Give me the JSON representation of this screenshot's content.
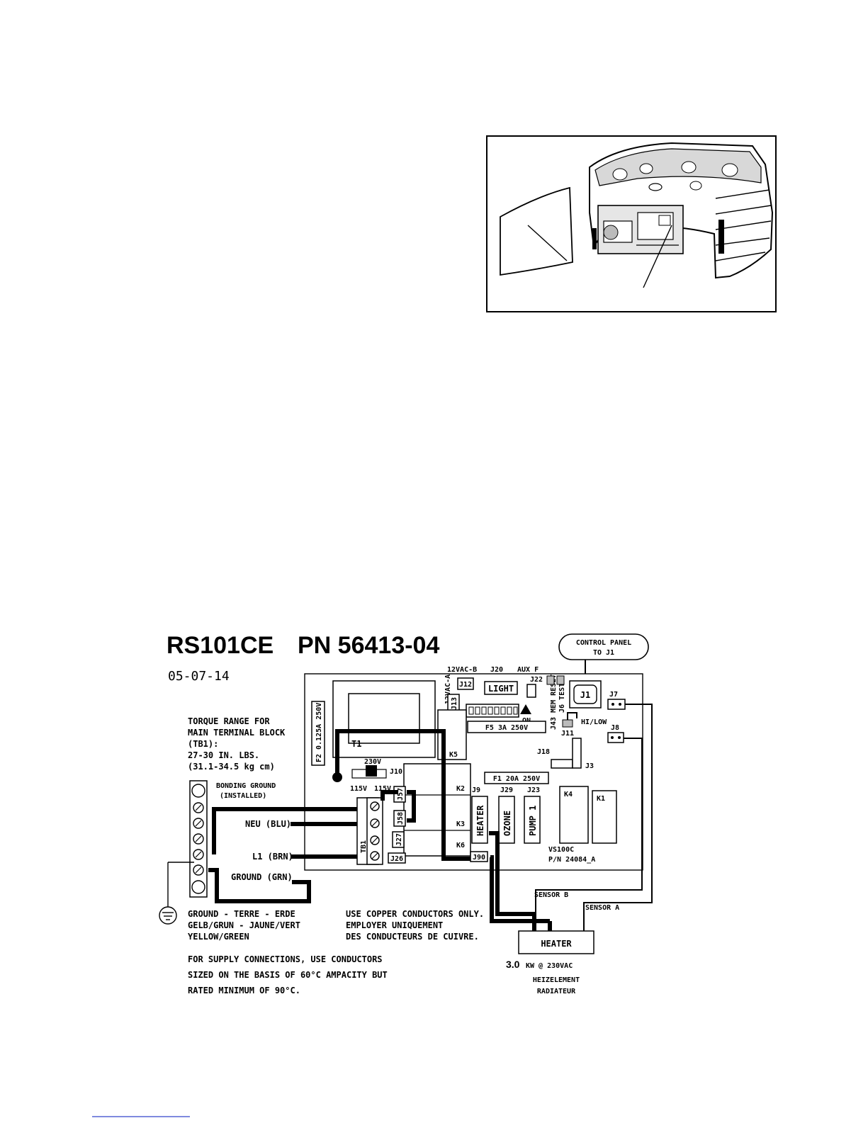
{
  "header": {
    "model": "RS101CE",
    "part_number": "PN 56413-04",
    "date": "05-07-14"
  },
  "callouts": {
    "control_panel": "CONTROL PANEL",
    "to_j1": "TO J1"
  },
  "torque": {
    "line1": "TORQUE RANGE FOR",
    "line2": "MAIN TERMINAL BLOCK",
    "line3": "(TB1):",
    "line4": "27-30 IN. LBS.",
    "line5": "(31.1-34.5 kg cm)"
  },
  "wires": {
    "bonding1": "BONDING GROUND",
    "bonding2": "(INSTALLED)",
    "neu": "NEU (BLU)",
    "l1": "L1 (BRN)",
    "ground": "GROUND (GRN)",
    "sensor_b": "SENSOR B",
    "sensor_a": "SENSOR A"
  },
  "board": {
    "j12": "J12",
    "vac_b": "12VAC-B",
    "j20": "J20",
    "aux_f": "AUX F",
    "j22": "J22",
    "light": "LIGHT",
    "vac_a": "12VAC-A",
    "j13": "J13",
    "on": "ON",
    "mem_reset": "J43 MEM RESET",
    "test": "J6 TEST",
    "j1": "J1",
    "j7": "J7",
    "j8": "J8",
    "hi_low": "HI/LOW",
    "j11": "J11",
    "f5": "F5   3A   250V",
    "f2": "F2  0.125A  250V",
    "t1": "T1",
    "v230": "230V",
    "j10": "J10",
    "v115a": "115V",
    "v115b": "115V",
    "k5": "K5",
    "j18": "J18",
    "j3": "J3",
    "f1": "F1   20A   250V",
    "k2": "K2",
    "j9": "J9",
    "j29": "J29",
    "j23": "J23",
    "k4": "K4",
    "k1": "K1",
    "j57": "J57",
    "j58": "J58",
    "k3": "K3",
    "heater_conn": "HEATER",
    "ozone": "OZONE",
    "pump1": "PUMP 1",
    "k6": "K6",
    "j27": "J27",
    "tb1": "TB1",
    "j26": "J26",
    "j90": "J90",
    "vs100c": "VS100C",
    "pn": "P/N 24084_A"
  },
  "heater": {
    "label": "HEATER",
    "rating_value": "3.0",
    "rating_unit": "KW @ 230VAC",
    "de": "HEIZELEMENT",
    "fr": "RADIATEUR"
  },
  "ground_note": {
    "line1": "GROUND - TERRE - ERDE",
    "line2": "GELB/GRUN - JAUNE/VERT",
    "line3": "YELLOW/GREEN"
  },
  "copper_note": {
    "line1": "USE COPPER CONDUCTORS ONLY.",
    "line2": "EMPLOYER UNIQUEMENT",
    "line3": "DES CONDUCTEURS DE CUIVRE."
  },
  "supply_note": {
    "line1": "FOR SUPPLY CONNECTIONS, USE CONDUCTORS",
    "line2": "SIZED ON THE BASIS OF 60°C AMPACITY BUT",
    "line3": "RATED MINIMUM OF 90°C."
  }
}
